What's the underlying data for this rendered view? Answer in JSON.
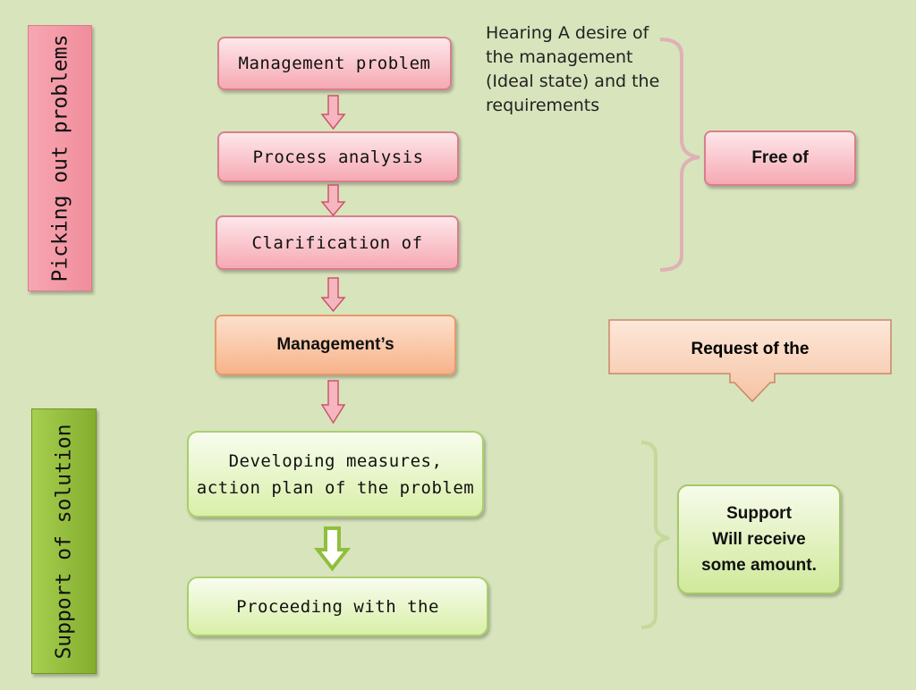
{
  "sections": {
    "problems_label": "Picking out problems",
    "solution_label": "Support of solution"
  },
  "flow": {
    "management_problem": "Management problem",
    "process_analysis": "Process analysis",
    "clarification": "Clarification of",
    "managements": "Management’s",
    "developing_line1": "Developing measures,",
    "developing_line2": "action plan of the problem",
    "proceeding": "Proceeding with the"
  },
  "side": {
    "hearing_lines": [
      "Hearing  A desire of",
      "the management",
      "(Ideal state)  and  the",
      "requirements"
    ],
    "free_of": "Free of",
    "request": "Request of the",
    "support_lines": [
      "Support",
      "Will receive",
      "some amount."
    ]
  },
  "colors": {
    "background": "#d8e4bc",
    "pink": "#f6a9b3",
    "orange": "#f7b38a",
    "green": "#d9efa8",
    "olive_label": "#8fb83a"
  }
}
